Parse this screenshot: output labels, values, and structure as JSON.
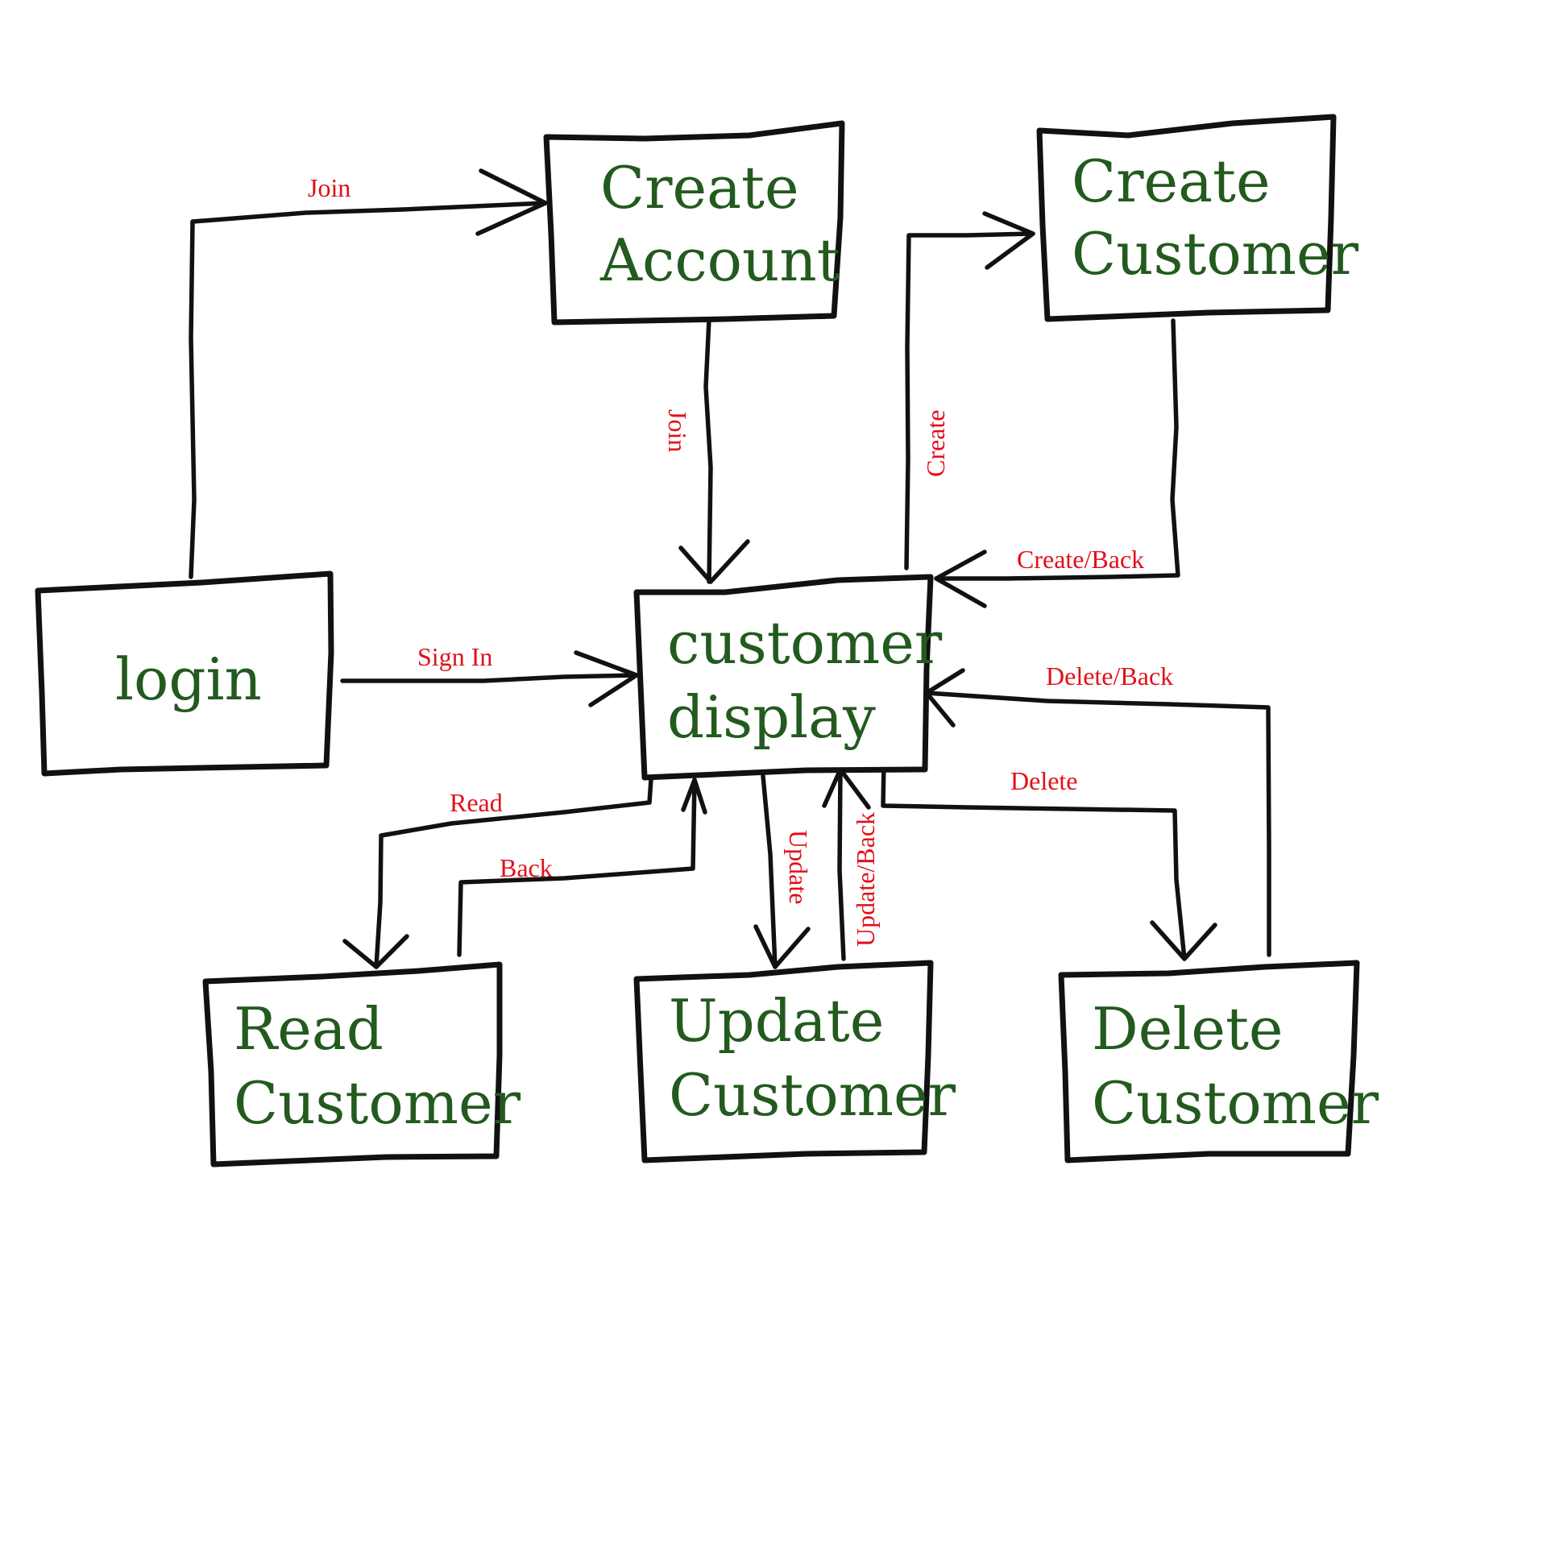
{
  "colors": {
    "node_text": "#235a1e",
    "edge_label": "#e0101a",
    "stroke": "#111111",
    "background": "#ffffff"
  },
  "nodes": {
    "login": {
      "lines": [
        "login"
      ]
    },
    "create_account": {
      "lines": [
        "Create",
        "Account"
      ]
    },
    "create_customer": {
      "lines": [
        "Create",
        "Customer"
      ]
    },
    "customer_display": {
      "lines": [
        "customer",
        "display"
      ]
    },
    "read_customer": {
      "lines": [
        "Read",
        "Customer"
      ]
    },
    "update_customer": {
      "lines": [
        "Update",
        "Customer"
      ]
    },
    "delete_customer": {
      "lines": [
        "Delete",
        "Customer"
      ]
    }
  },
  "edges": {
    "login_join": {
      "label": "Join",
      "from": "login",
      "to": "create_account"
    },
    "create_account_join": {
      "label": "Join",
      "from": "create_account",
      "to": "customer_display"
    },
    "sign_in": {
      "label": "Sign In",
      "from": "login",
      "to": "customer_display"
    },
    "create": {
      "label": "Create",
      "from": "customer_display",
      "to": "create_customer"
    },
    "create_back": {
      "label": "Create/Back",
      "from": "create_customer",
      "to": "customer_display"
    },
    "delete_back": {
      "label": "Delete/Back",
      "from": "delete_customer",
      "to": "customer_display"
    },
    "delete": {
      "label": "Delete",
      "from": "customer_display",
      "to": "delete_customer"
    },
    "read": {
      "label": "Read",
      "from": "customer_display",
      "to": "read_customer"
    },
    "back": {
      "label": "Back",
      "from": "read_customer",
      "to": "customer_display"
    },
    "update": {
      "label": "Update",
      "from": "customer_display",
      "to": "update_customer"
    },
    "update_back": {
      "label": "Update/Back",
      "from": "update_customer",
      "to": "customer_display"
    }
  }
}
